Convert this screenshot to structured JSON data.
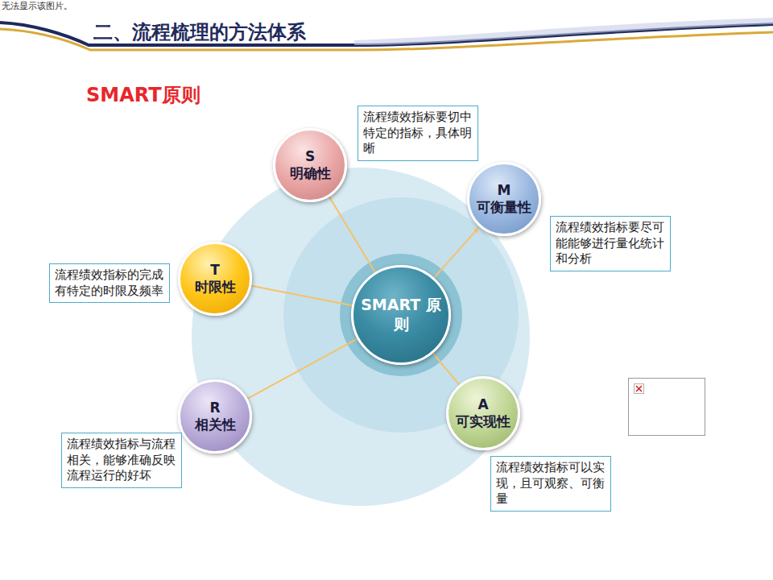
{
  "diagram": {
    "title": "二、流程梳理的方法体系",
    "nodes": [
      {
        "text": [
          "SMART 原则"
        ]
      },
      {
        "text": [
          "S",
          "明确性"
        ]
      },
      {
        "text": [
          "流程绩效指标要切中特定的指标，具体明晰"
        ]
      },
      {
        "text": [
          "M",
          "可衡量性"
        ]
      },
      {
        "text": [
          "流程绩效指标要尽可能能够进行量化统计和分析"
        ]
      },
      {
        "text": [
          "T",
          "时限性"
        ]
      },
      {
        "text": [
          "流程绩效指标的完成有特定的时限及频率"
        ]
      },
      {
        "text": [
          "R",
          "相关性"
        ]
      },
      {
        "text": [
          "流程绩效指标与流程相关，能够准确反映流程运行的好坏"
        ]
      },
      {
        "text": [
          "A",
          "可实现性"
        ]
      },
      {
        "text": [
          "流程绩效指标可以实现，且可观察、可衡量"
        ]
      }
    ],
    "edges": [
      {
        "from": 0,
        "to": 1,
        "arrow": "none"
      },
      {
        "from": 0,
        "to": 3,
        "arrow": "to"
      },
      {
        "from": 0,
        "to": 5,
        "arrow": "none"
      },
      {
        "from": 0,
        "to": 7,
        "arrow": "none"
      },
      {
        "from": 0,
        "to": 9,
        "arrow": "none"
      }
    ],
    "labels": [
      "无法显示该图片。",
      "SMART原则"
    ]
  }
}
